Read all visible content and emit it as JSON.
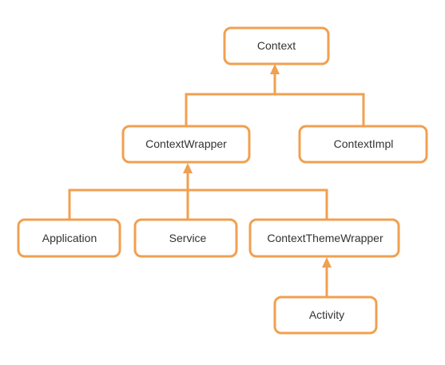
{
  "diagram": {
    "nodes": {
      "context": "Context",
      "context_wrapper": "ContextWrapper",
      "context_impl": "ContextImpl",
      "application": "Application",
      "service": "Service",
      "context_theme_wrapper": "ContextThemeWrapper",
      "activity": "Activity"
    },
    "edges": [
      {
        "from": "context_wrapper",
        "to": "context"
      },
      {
        "from": "context_impl",
        "to": "context"
      },
      {
        "from": "application",
        "to": "context_wrapper"
      },
      {
        "from": "service",
        "to": "context_wrapper"
      },
      {
        "from": "context_theme_wrapper",
        "to": "context_wrapper"
      },
      {
        "from": "activity",
        "to": "context_theme_wrapper"
      }
    ],
    "colors": {
      "stroke": "#f0a050",
      "text": "#333333",
      "background": "#ffffff"
    }
  }
}
